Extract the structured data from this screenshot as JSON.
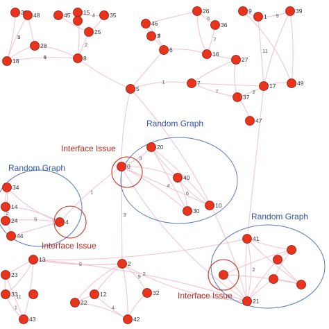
{
  "colors": {
    "node_fill": "#e8331d",
    "edge": "#f2bcd0",
    "region_outline": "#5577bb",
    "region_text": "#3355aa",
    "interface_outline": "#cc3322",
    "interface_text": "#b52a1e"
  },
  "region_label_text": "Random Graph",
  "interface_label_text": "Interface Issue",
  "nodes": [
    "38",
    "48",
    "45",
    "15",
    "35",
    "25",
    "28",
    "18",
    "8",
    "46",
    "3",
    "26",
    "36",
    "6",
    "16",
    "9",
    "1",
    "39",
    "5",
    "49",
    "27",
    "7",
    "17",
    "37",
    "47",
    "20",
    "0",
    "40",
    "30",
    "10",
    "34",
    "14",
    "24",
    "44",
    "4",
    "41",
    "13",
    "23",
    "33",
    "43",
    "2",
    "12",
    "22",
    "32",
    "42",
    "21"
  ],
  "edge_labels": [
    "3",
    "1",
    "5",
    "4",
    "2",
    "8",
    "6",
    "7",
    "9",
    "11",
    "1",
    "7",
    "2",
    "3",
    "4",
    "6",
    "1",
    "5",
    "2",
    "3",
    "9",
    "4",
    "8",
    "1",
    "11",
    "2",
    "2",
    "5",
    "9",
    "4"
  ]
}
